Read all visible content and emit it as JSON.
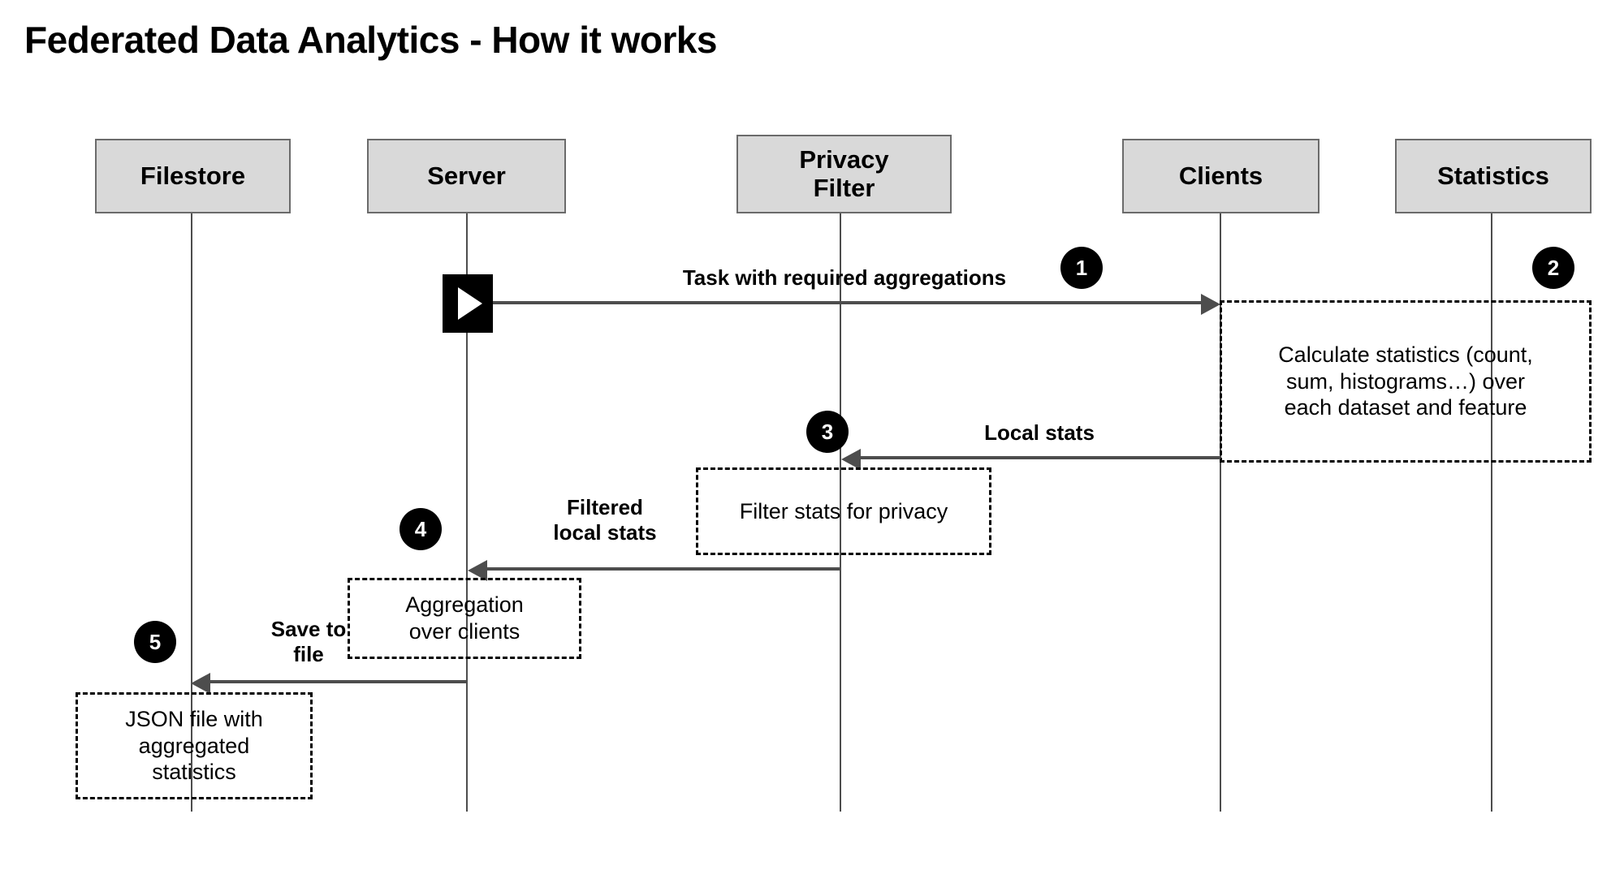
{
  "title": "Federated Data Analytics - How it works",
  "colors": {
    "actor_box_fill": "#d9d9d9",
    "actor_box_border": "#6b6b6b",
    "lifeline": "#4d4d4d",
    "arrow": "#4d4d4d",
    "badge_fill": "#000000",
    "badge_text": "#ffffff",
    "note_border": "#000000",
    "text": "#000000",
    "background": "#ffffff"
  },
  "diagram": {
    "type": "sequence-diagram",
    "actors": [
      {
        "id": "filestore",
        "label": "Filestore"
      },
      {
        "id": "server",
        "label": "Server"
      },
      {
        "id": "privacy_filter",
        "label": "Privacy\nFilter"
      },
      {
        "id": "clients",
        "label": "Clients"
      },
      {
        "id": "statistics",
        "label": "Statistics"
      }
    ],
    "start_marker": {
      "actor": "server",
      "icon": "play-icon"
    },
    "messages": [
      {
        "step": "1",
        "label": "Task with required aggregations",
        "from": "server",
        "to": "clients",
        "direction": "right"
      },
      {
        "step": "3",
        "label": "Local stats",
        "from": "clients",
        "to": "privacy_filter",
        "direction": "left"
      },
      {
        "step": "4",
        "label": "Filtered\nlocal stats",
        "from": "privacy_filter",
        "to": "server",
        "direction": "left"
      },
      {
        "step": "5",
        "label": "Save to\nfile",
        "from": "server",
        "to": "filestore",
        "direction": "left"
      }
    ],
    "notes": [
      {
        "id": "note-statistics",
        "step": "2",
        "actor": "clients",
        "text": "Calculate statistics (count,\nsum, histograms…) over\neach dataset and feature"
      },
      {
        "id": "note-privacy",
        "actor": "privacy_filter",
        "text": "Filter stats for privacy"
      },
      {
        "id": "note-aggregation",
        "actor": "server",
        "text": "Aggregation\nover clients"
      },
      {
        "id": "note-json",
        "actor": "filestore",
        "text": "JSON file with\naggregated\nstatistics"
      }
    ],
    "badges": [
      "1",
      "2",
      "3",
      "4",
      "5"
    ]
  }
}
